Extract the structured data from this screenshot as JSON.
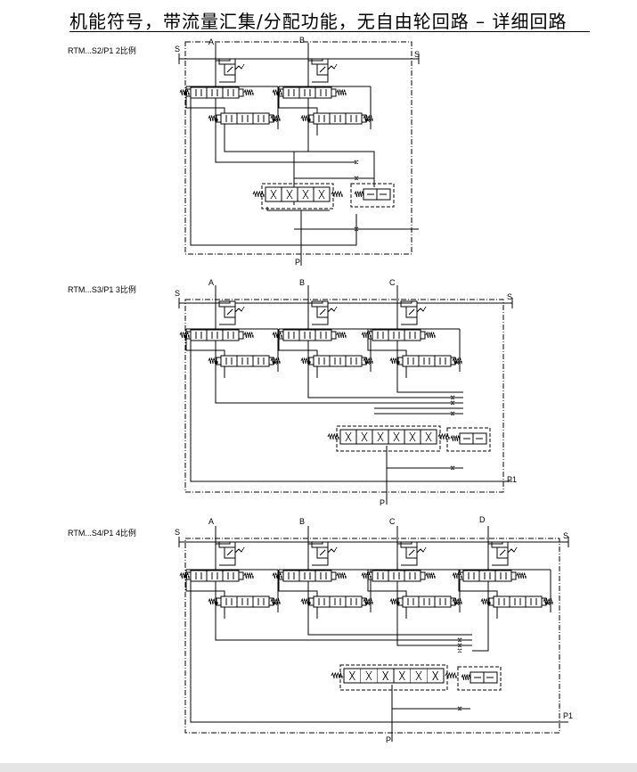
{
  "title": "机能符号，带流量汇集/分配功能，无自由轮回路 – 详细回路",
  "colors": {
    "line": "#000000",
    "background": "#ffffff",
    "footer": "#e5e5e5"
  },
  "diagrams": [
    {
      "variant": "RTM...S2/P1 2比例",
      "sections": [
        "A",
        "B"
      ],
      "tank_label": "S",
      "pump_label": "P",
      "extra_label": ""
    },
    {
      "variant": "RTM...S3/P1 3比例",
      "sections": [
        "A",
        "B",
        "C"
      ],
      "tank_label": "S",
      "pump_label": "P",
      "extra_label": "P1"
    },
    {
      "variant": "RTM...S4/P1 4比例",
      "sections": [
        "A",
        "B",
        "C",
        "D"
      ],
      "tank_label": "S",
      "pump_label": "P",
      "extra_label": "P1"
    }
  ]
}
